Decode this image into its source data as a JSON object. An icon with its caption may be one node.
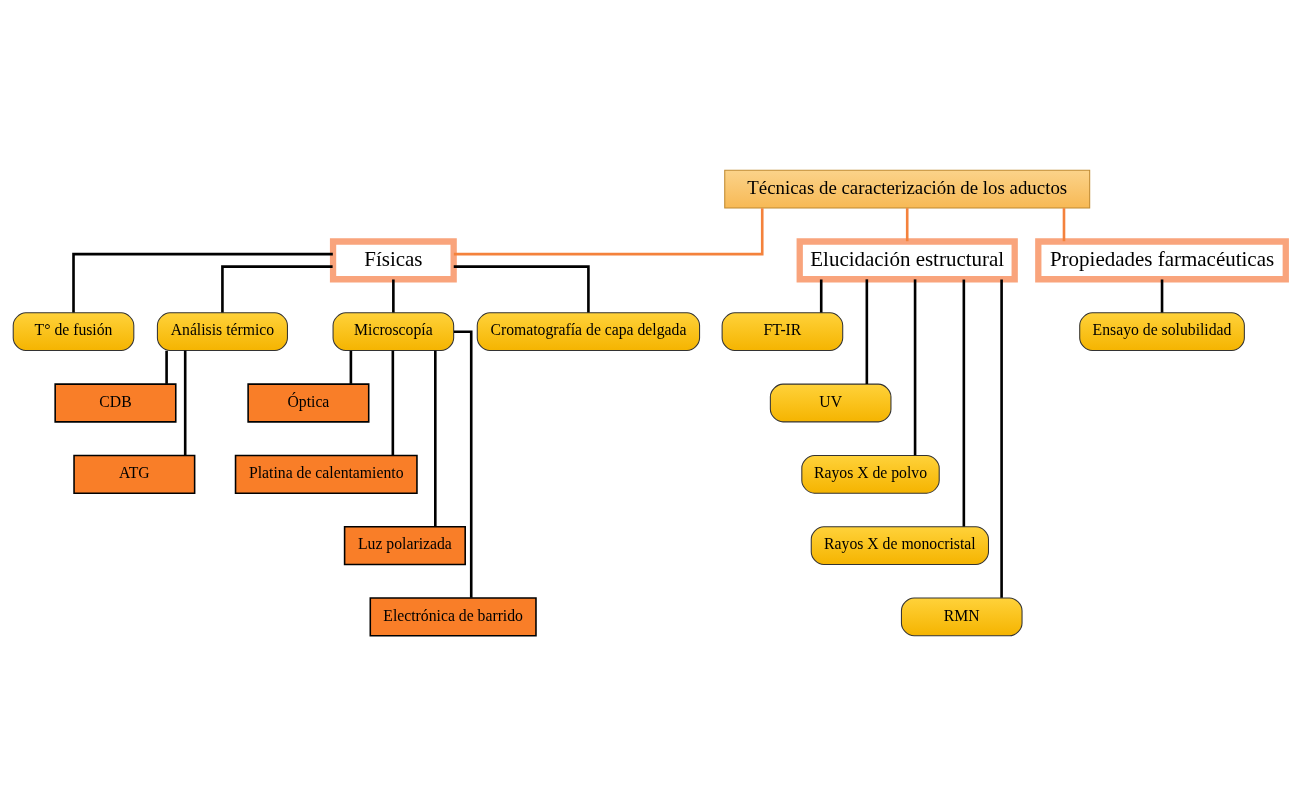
{
  "diagram": {
    "nodes": [
      {
        "text": [
          "Técnicas de caracterización de los aductos"
        ]
      },
      {
        "text": [
          "Físicas"
        ]
      },
      {
        "text": [
          "Elucidación estructural"
        ]
      },
      {
        "text": [
          "Propiedades farmacéuticas"
        ]
      },
      {
        "text": [
          "T° de fusión"
        ]
      },
      {
        "text": [
          "Análisis térmico"
        ]
      },
      {
        "text": [
          "Microscopía"
        ]
      },
      {
        "text": [
          "Cromatografía de capa delgada"
        ]
      },
      {
        "text": [
          "CDB"
        ]
      },
      {
        "text": [
          "ATG"
        ]
      },
      {
        "text": [
          "Óptica"
        ]
      },
      {
        "text": [
          "Platina de calentamiento"
        ]
      },
      {
        "text": [
          "Luz polarizada"
        ]
      },
      {
        "text": [
          "Electrónica de barrido"
        ]
      },
      {
        "text": [
          "FT-IR"
        ]
      },
      {
        "text": [
          "UV"
        ]
      },
      {
        "text": [
          "Rayos X de polvo"
        ]
      },
      {
        "text": [
          "Rayos X de monocristal"
        ]
      },
      {
        "text": [
          "RMN"
        ]
      },
      {
        "text": [
          "Ensayo de solubilidad"
        ]
      }
    ],
    "edges": [
      {
        "from": 0,
        "to": 1,
        "arrow": "none",
        "color": "#f4823c"
      },
      {
        "from": 0,
        "to": 2,
        "arrow": "none",
        "color": "#f4823c"
      },
      {
        "from": 0,
        "to": 3,
        "arrow": "none",
        "color": "#f4823c"
      },
      {
        "from": 1,
        "to": 4,
        "arrow": "none"
      },
      {
        "from": 1,
        "to": 5,
        "arrow": "none"
      },
      {
        "from": 1,
        "to": 6,
        "arrow": "none"
      },
      {
        "from": 1,
        "to": 7,
        "arrow": "none"
      },
      {
        "from": 5,
        "to": 8,
        "arrow": "none"
      },
      {
        "from": 5,
        "to": 9,
        "arrow": "none"
      },
      {
        "from": 6,
        "to": 10,
        "arrow": "none"
      },
      {
        "from": 6,
        "to": 11,
        "arrow": "none"
      },
      {
        "from": 6,
        "to": 12,
        "arrow": "none"
      },
      {
        "from": 6,
        "to": 13,
        "arrow": "none"
      },
      {
        "from": 2,
        "to": 14,
        "arrow": "none"
      },
      {
        "from": 2,
        "to": 15,
        "arrow": "none"
      },
      {
        "from": 2,
        "to": 16,
        "arrow": "none"
      },
      {
        "from": 2,
        "to": 17,
        "arrow": "none"
      },
      {
        "from": 2,
        "to": 18,
        "arrow": "none"
      },
      {
        "from": 3,
        "to": 19,
        "arrow": "none"
      }
    ]
  }
}
